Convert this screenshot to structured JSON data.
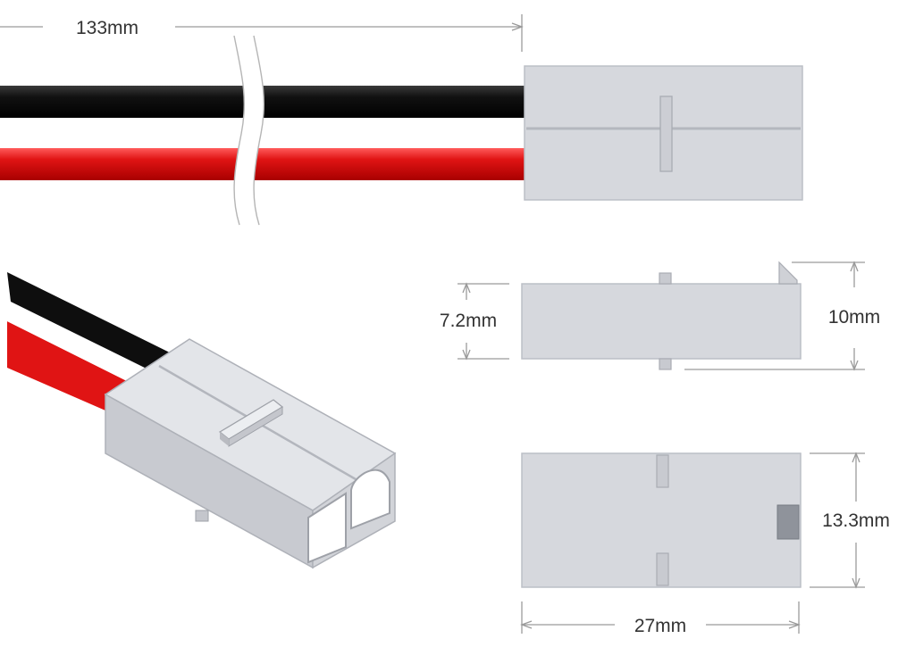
{
  "dimensions": {
    "cable_length": "133mm",
    "side_body_height": "7.2mm",
    "side_total_height": "10mm",
    "bottom_width": "13.3mm",
    "bottom_length": "27mm"
  },
  "colors": {
    "wire_black": "#0e0e0e",
    "wire_red": "#e01414",
    "housing": "#d6d8dd",
    "housing_edge": "#b9bcc3",
    "dimension_line": "#999999",
    "text": "#333333"
  }
}
